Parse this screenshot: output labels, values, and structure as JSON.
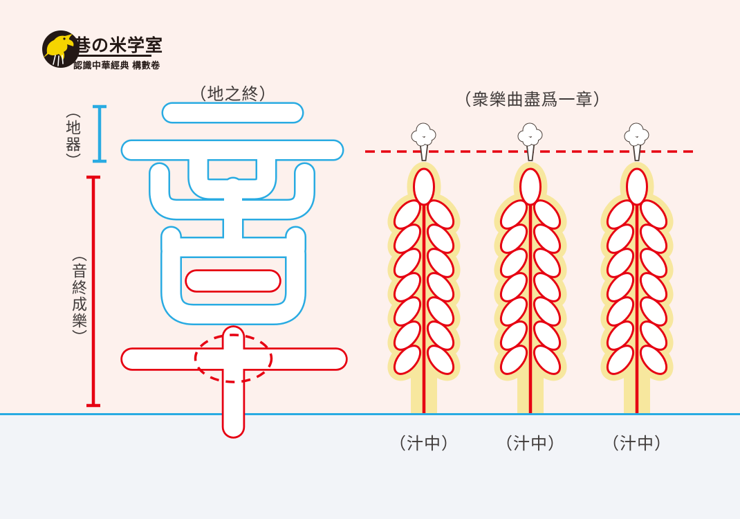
{
  "logo": {
    "title": "巷の米学室",
    "subtitle": "認識中華經典 構數卷",
    "mark": "swallow-bird-icon"
  },
  "annotations": {
    "top_left_bracket_label": "（地器）",
    "left_bracket_label": "（音終成樂）",
    "glyph_top_label": "（地之終）",
    "right_title": "（衆樂曲盡爲一章）",
    "stalk_labels": [
      "（汁中）",
      "（汁中）",
      "（汁中）"
    ]
  },
  "diagram": {
    "glyph": "seal-script-zhang-character",
    "glyph_parts": [
      "blue-yin-sound-component",
      "red-shi-ten-component"
    ],
    "highlight": "red-dashed-circle-on-cross-junction",
    "right_icons": [
      "steam-puff-icon",
      "steam-puff-icon",
      "steam-puff-icon"
    ],
    "right_plants": [
      "wheat-stalk",
      "wheat-stalk",
      "wheat-stalk"
    ],
    "ground": "ground-strip"
  },
  "colors": {
    "background": "#fdf1ed",
    "blue": "#29abe2",
    "red": "#e60012",
    "yellow": "#f7e79e",
    "ground": "#f2f4f8",
    "ink": "#3f3a39",
    "logo_ink": "#231815",
    "bird_yellow": "#f5d400",
    "steam_ink": "#4a3f39",
    "white": "#ffffff"
  }
}
